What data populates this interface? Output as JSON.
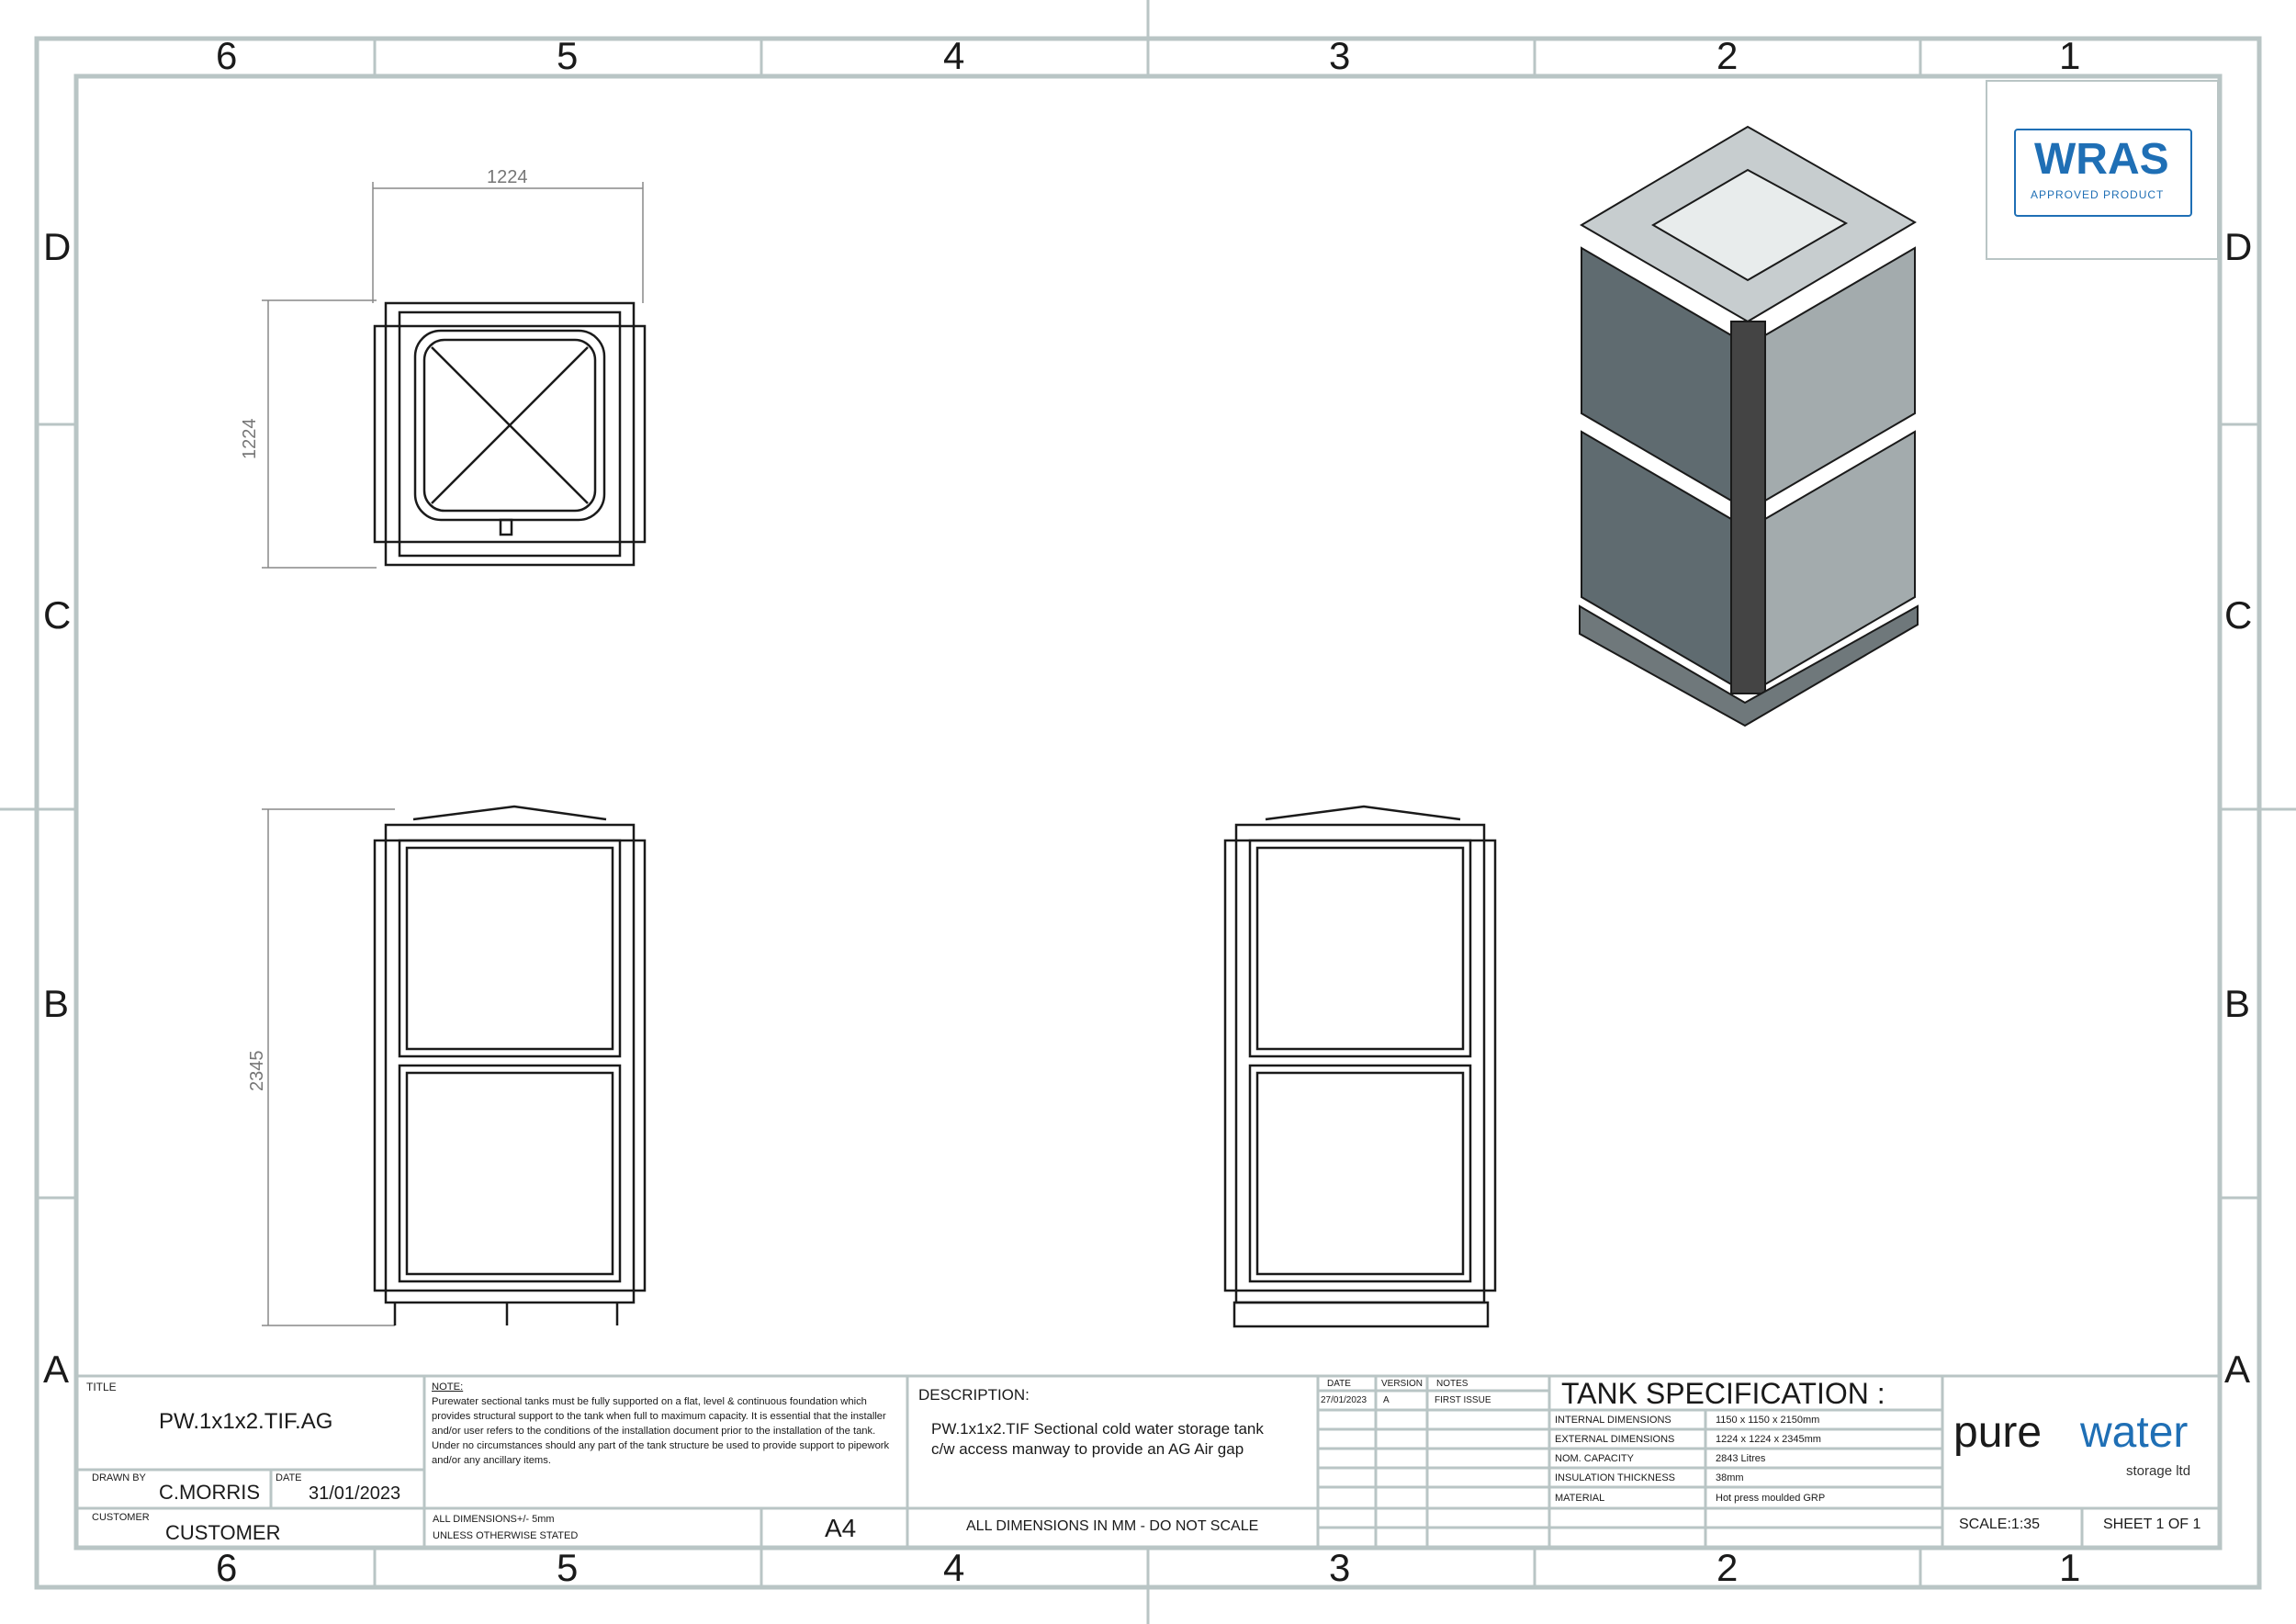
{
  "zones": {
    "columns": [
      "6",
      "5",
      "4",
      "3",
      "2",
      "1"
    ],
    "rows": [
      "D",
      "C",
      "B",
      "A"
    ]
  },
  "dimensions": {
    "top_width": "1224",
    "top_depth": "1224",
    "front_height": "2345"
  },
  "wras_logo": {
    "text": "WRAS",
    "subtext": "APPROVED PRODUCT"
  },
  "title_block": {
    "title_label": "TITLE",
    "title": "PW.1x1x2.TIF.AG",
    "drawn_by_label": "DRAWN BY",
    "drawn_by": "C.MORRIS",
    "date_label": "DATE",
    "date": "31/01/2023",
    "customer_label": "CUSTOMER",
    "customer": "CUSTOMER",
    "note_heading": "NOTE:",
    "note": "Purewater sectional tanks must be fully supported on a flat, level & continuous foundation which provides structural support to the tank when full to maximum capacity. It is essential that the installer and/or user refers to the conditions of the installation document prior to the installation of the tank. Under no circumstances should any part of the tank structure be used to provide support to pipework and/or any ancillary items.",
    "tolerance_line1": "ALL DIMENSIONS+/- 5mm",
    "tolerance_line2": "UNLESS OTHERWISE STATED",
    "paper_size": "A4",
    "description_label": "DESCRIPTION:",
    "description_line1": "PW.1x1x2.TIF Sectional cold water storage tank",
    "description_line2": "c/w access manway to provide an AG Air gap",
    "scale_note": "ALL DIMENSIONS IN MM - DO NOT SCALE",
    "revisions": {
      "headers": [
        "DATE",
        "VERSION",
        "NOTES"
      ],
      "rows": [
        [
          "27/01/2023",
          "A",
          "FIRST ISSUE"
        ]
      ]
    },
    "spec_title": "TANK SPECIFICATION :",
    "spec": [
      {
        "label": "INTERNAL DIMENSIONS",
        "value": "1150 x 1150 x 2150mm"
      },
      {
        "label": "EXTERNAL DIMENSIONS",
        "value": "1224 x 1224 x 2345mm"
      },
      {
        "label": "NOM. CAPACITY",
        "value": "2843 Litres"
      },
      {
        "label": "INSULATION THICKNESS",
        "value": "38mm"
      },
      {
        "label": "MATERIAL",
        "value": "Hot press moulded GRP"
      }
    ],
    "logo": {
      "word1": "pure",
      "word2": "water",
      "sub": "storage ltd"
    },
    "scale": "SCALE:1:35",
    "sheet": "SHEET 1 OF 1"
  },
  "colors": {
    "frame": "#b9c5c5",
    "line": "#1a1a1a",
    "panel_dark": "#5f6b70",
    "panel_light": "#a3abad",
    "accent": "#1f6fb5"
  }
}
